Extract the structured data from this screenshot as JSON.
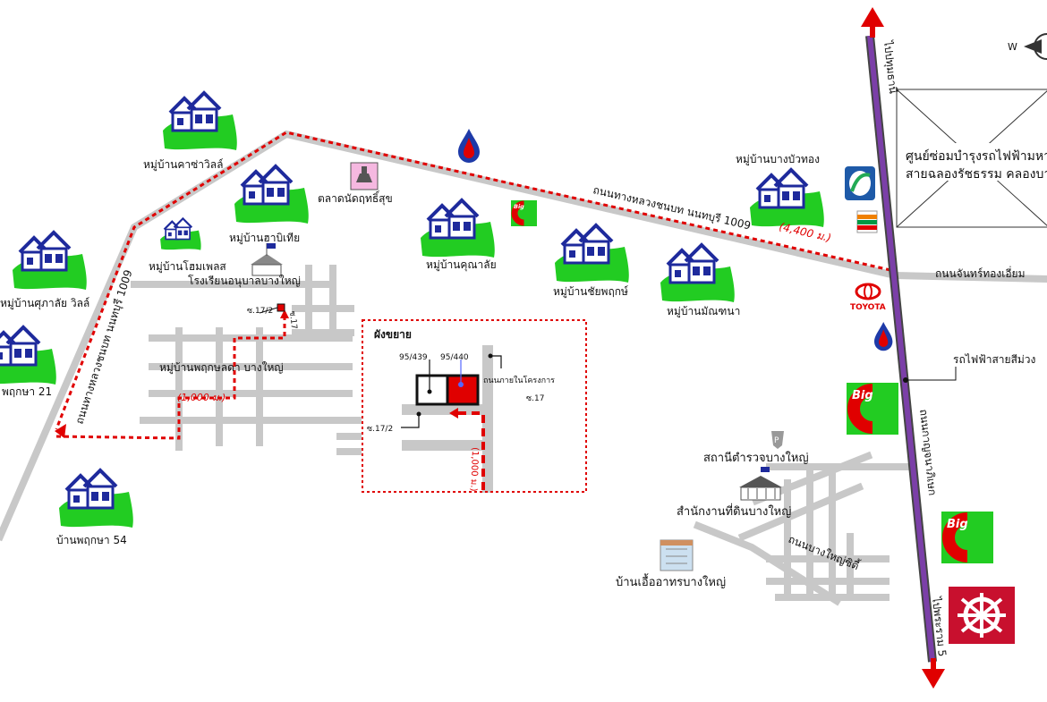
{
  "compass": {
    "west_label": "W"
  },
  "colors": {
    "road": "#c8c8c8",
    "route": "#e00000",
    "rail": "#7b3fa8",
    "house_green": "#22cc22",
    "house_blue": "#1e2a9c"
  },
  "labels": {
    "to_pathum": "ไปปทุมธานี",
    "to_phrakhon": "ไปพระราม 5",
    "depot": "ศูนย์ซ่อมบำรุงรถไฟฟ้ามหา",
    "depot2": "สายฉลองรัชธรรม คลองบา",
    "road_1009": "ถนนทางหลวงชนบท นนทบุรี 1009",
    "dist_4400": "(4,400 ม.)",
    "road_jan": "ถนนจันทร์ทองเอี่ยม",
    "purple_line": "รถไฟฟ้าสายสีม่วง",
    "road_kanchana": "ถนนกาญจนาภิเษก",
    "road_1009_side": "ถนนทางหลวงชนบท นนทบุรี 1009",
    "v_casa": "หมู่บ้านคาซ่าวิลล์",
    "market": "ตลาดนัดฤทธิ์สุข",
    "v_habitia": "หมู่บ้านฮาบิเทีย",
    "v_homeplace": "หมู่บ้านโฮมเพลส",
    "school": "โรงเรียนอนุบาลบางใหญ่",
    "v_kunalai": "หมู่บ้านคุณาลัย",
    "v_chaiyaphruek": "หมู่บ้านชัยพฤกษ์",
    "v_bangbuathong": "หมู่บ้านบางบัวทอง",
    "v_manthana": "หมู่บ้านมัณฑนา",
    "v_supalai": "หมู่บ้านศุภาลัย วิลล์",
    "v_phruksa21": "พฤกษา 21",
    "v_phruksa54": "บ้านพฤกษา 54",
    "v_phruksalada": "หมู่บ้านพฤกษลดา บางใหญ่",
    "dist_1000": "(1,000 ม.)",
    "soi17_2_top": "ซ.17/2",
    "soi17_top": "ซ.17",
    "layout_title": "ผังขยาย",
    "plot_439": "95/439",
    "plot_440": "95/440",
    "inner_road": "ถนนภายในโครงการ",
    "soi17": "ซ.17",
    "soi17_2": "ซ.17/2",
    "dist_1000_v": "(1,000 ม.)",
    "police": "สถานีตำรวจบางใหญ่",
    "land_office": "สำนักงานที่ดินบางใหญ่",
    "road_city": "ถนนบางใหญ่ซิตี้",
    "housing": "บ้านเอื้ออาทรบางใหญ่",
    "big_c": "Big C",
    "toyota": "TOYOTA"
  }
}
